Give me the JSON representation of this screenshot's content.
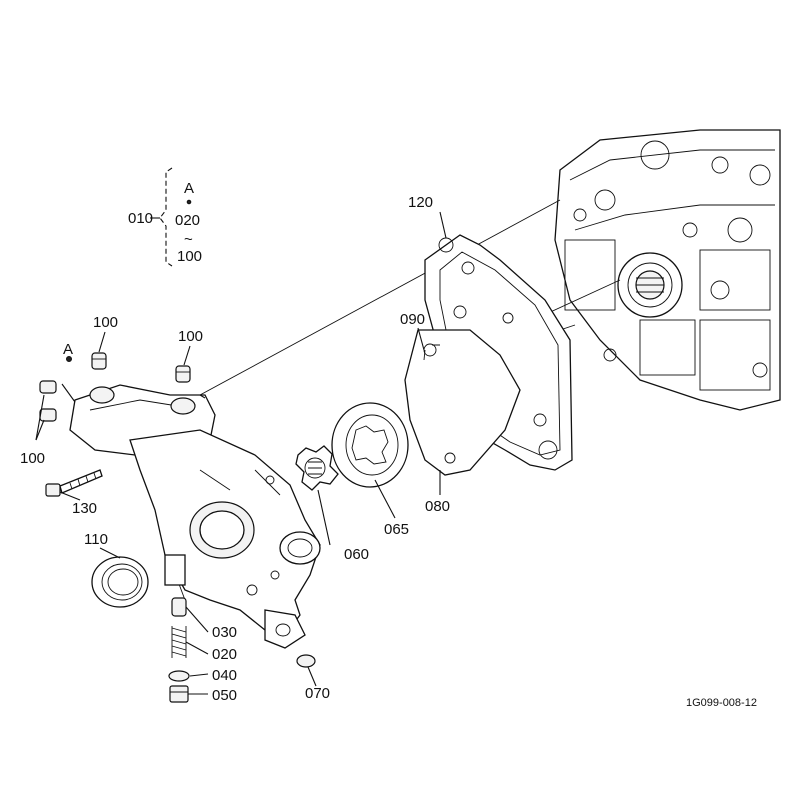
{
  "diagram_code": "1G099-008-12",
  "group": {
    "parent_label": "010",
    "top_label": "A",
    "middle_label": "020",
    "tilde": "~",
    "bottom_label": "100"
  },
  "callouts": {
    "p120": "120",
    "p090": "090",
    "p100_a": "100",
    "p100_b": "100",
    "p100_c": "100",
    "a_marker": "A",
    "p130": "130",
    "p110": "110",
    "p060": "060",
    "p065": "065",
    "p080": "080",
    "p030": "030",
    "p020": "020",
    "p040": "040",
    "p050": "050",
    "p070": "070"
  }
}
